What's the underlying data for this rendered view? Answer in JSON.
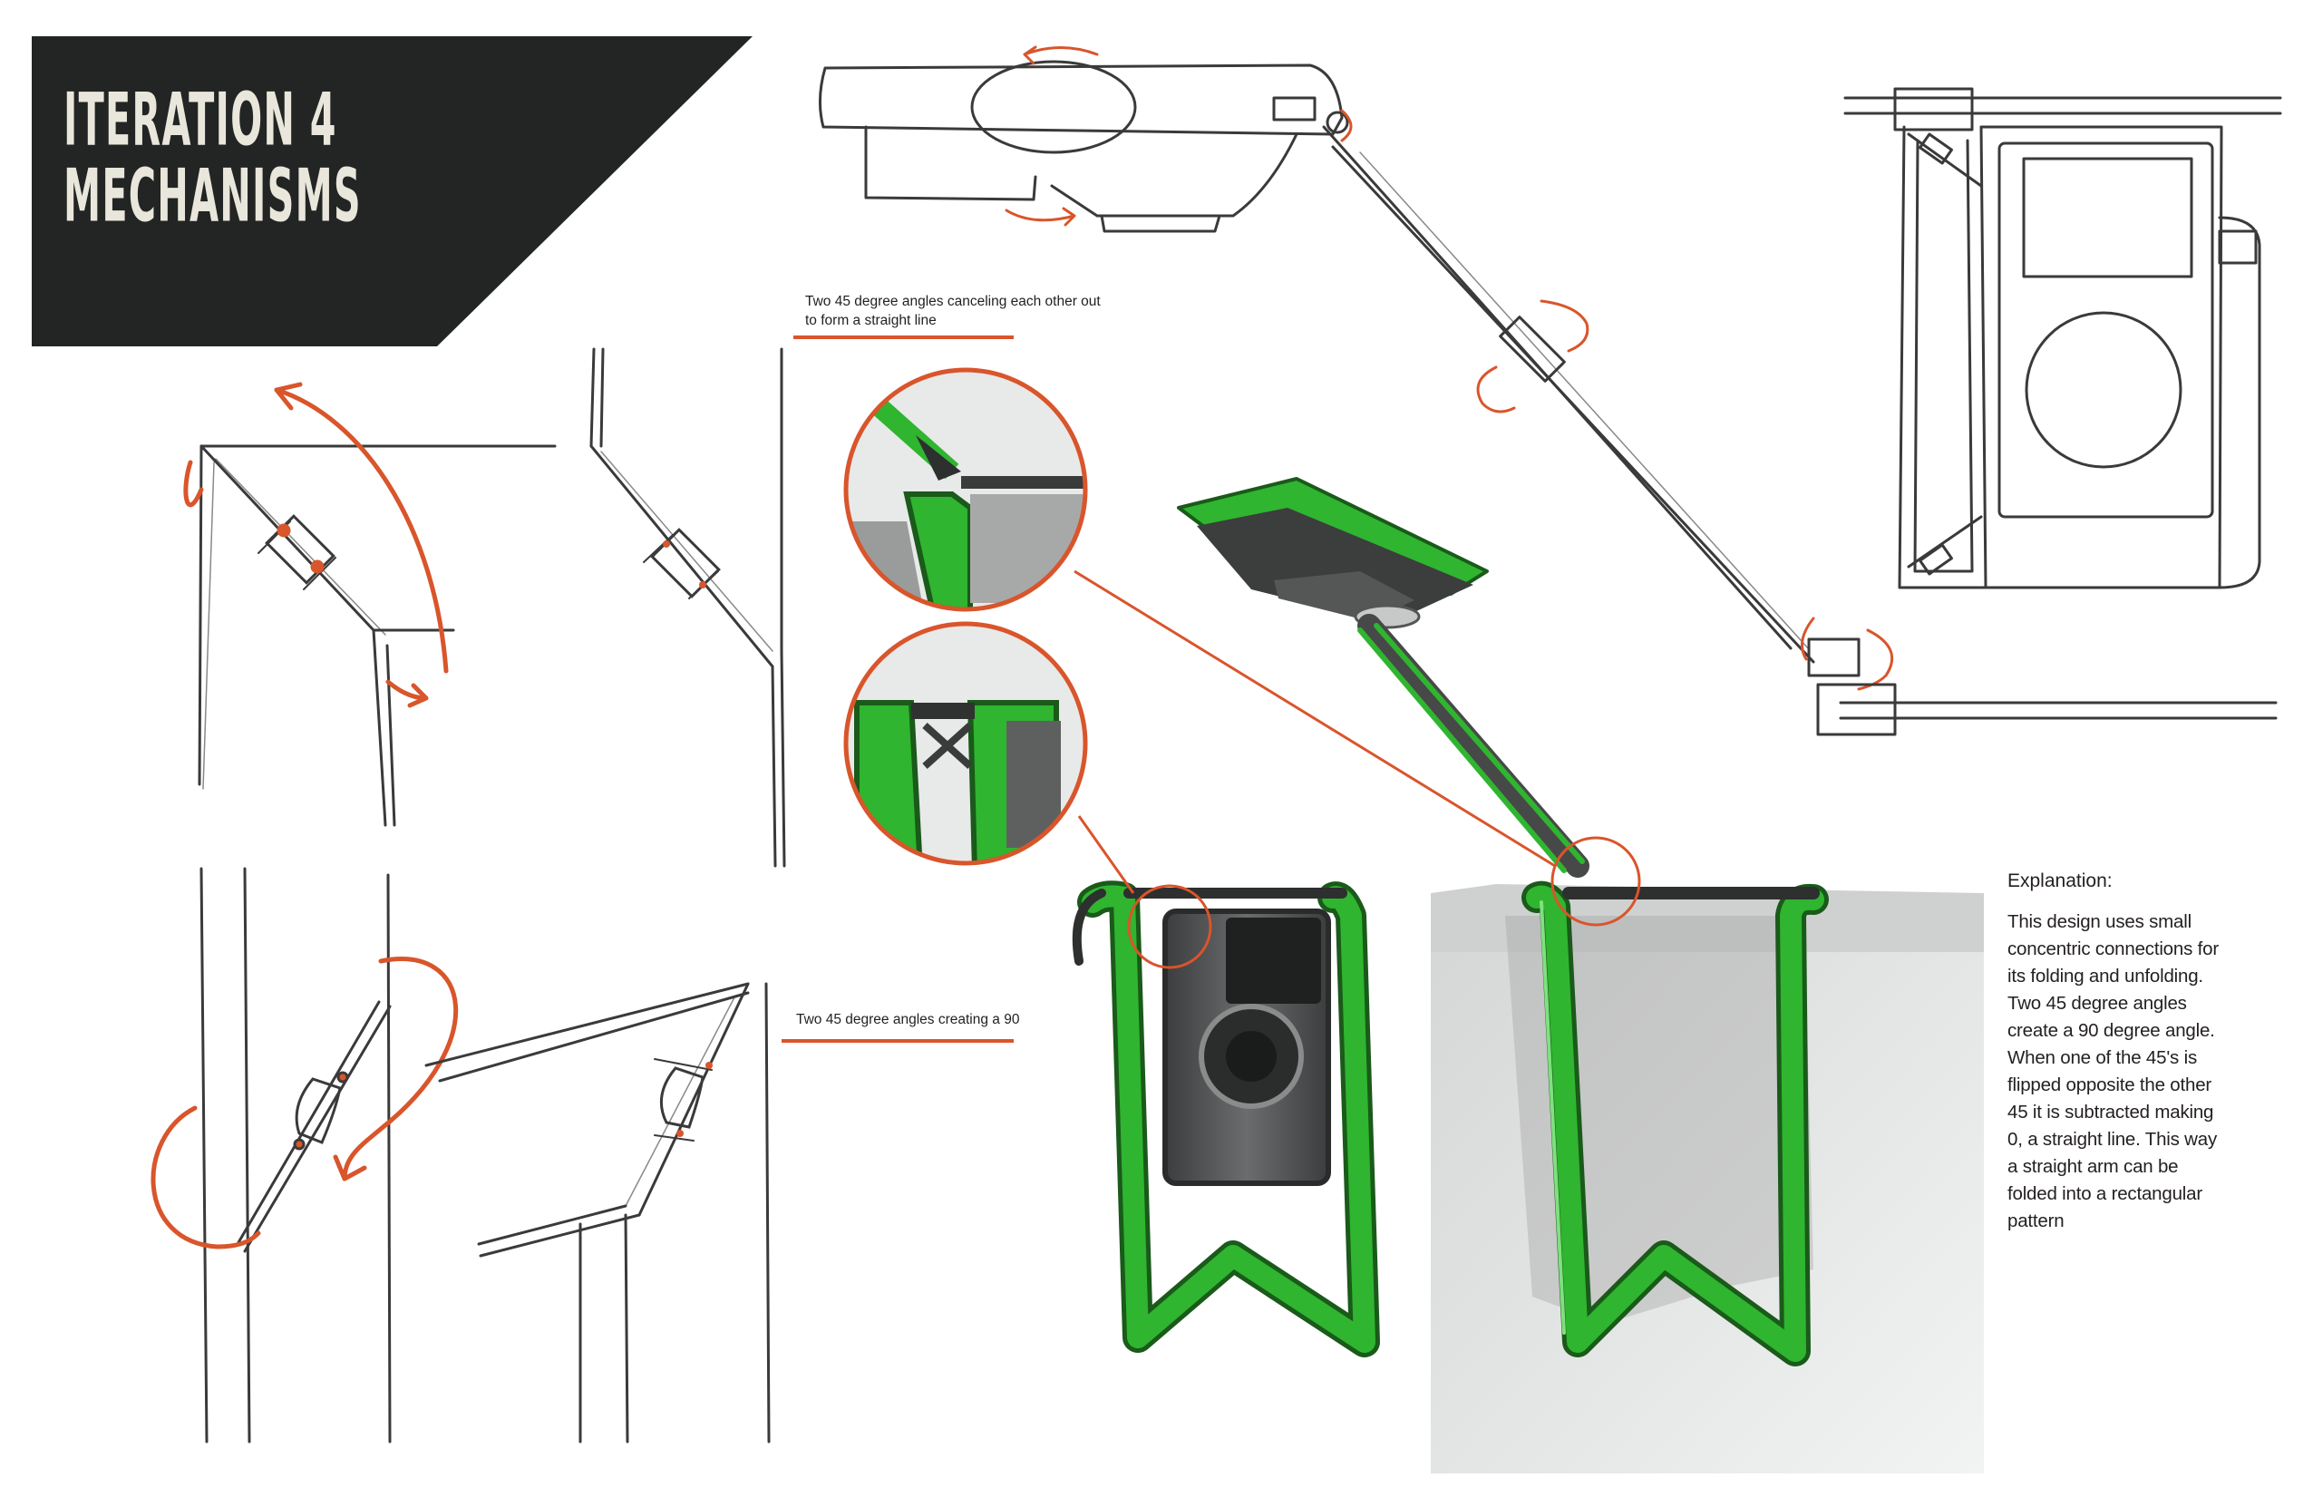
{
  "title": {
    "line1": "ITERATION 4",
    "line2": "MECHANISMS"
  },
  "captions": {
    "straight_line": "Two 45 degree angles canceling each other out to form a straight line",
    "ninety": "Two 45 degree angles creating a 90"
  },
  "explanation": {
    "heading": "Explanation:",
    "body": "This design uses small concentric connections for its folding and unfolding. Two 45 degree angles create a 90 degree angle. When one of the 45's is flipped opposite the other 45 it is subtracted making 0, a straight line. This way a straight arm can be folded into a rectangular pattern"
  },
  "colors": {
    "accent_orange": "#d9552b",
    "render_green": "#2fb52f",
    "title_block": "#232524",
    "title_text": "#e9e6dc",
    "sketch_line": "#3a3a3a"
  }
}
